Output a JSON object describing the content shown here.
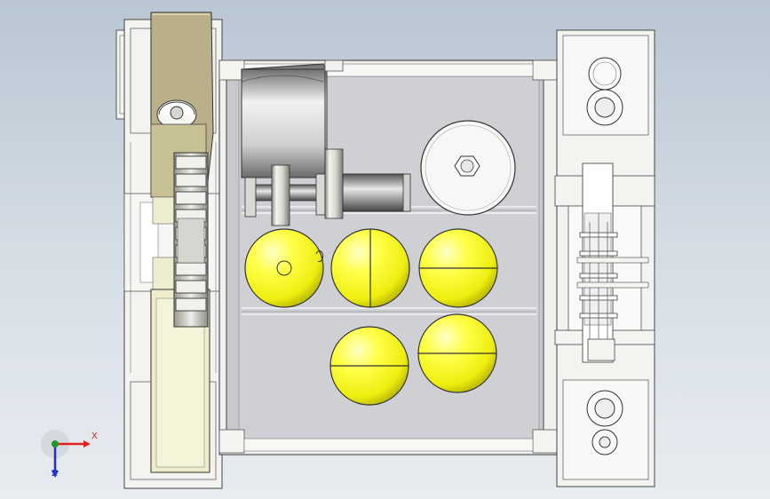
{
  "viewport": {
    "background_top": "#b9c6d3",
    "background_bottom": "#e7ecf0"
  },
  "model": {
    "balls": {
      "count": 5,
      "color": "#ffff2a",
      "shade": "#c8c400"
    },
    "hex_nut_icon": "hexagon"
  },
  "triad": {
    "x_label": "X",
    "z_label": "Z",
    "x_color": "#e02020",
    "y_color": "#1f9a2a",
    "z_color": "#2030d0"
  }
}
